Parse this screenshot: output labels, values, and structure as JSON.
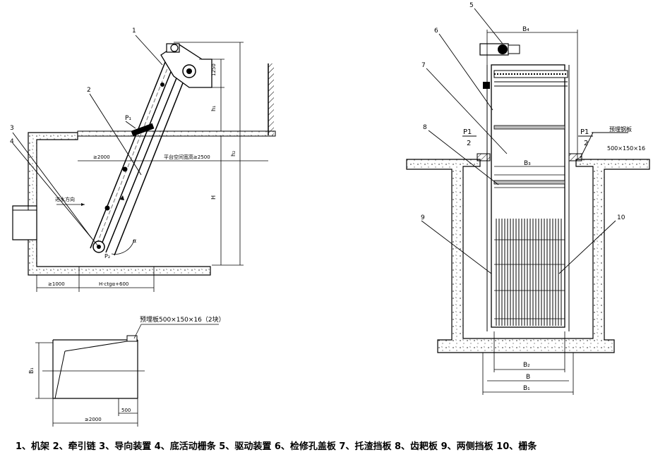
{
  "left_view": {
    "callouts": [
      "1",
      "2",
      "3",
      "4"
    ],
    "p1": "P₁",
    "p2": "P₂",
    "dim_1250": "1250",
    "dim_h1": "h₁",
    "dim_h": "H",
    "dim_h2": "h₂",
    "dim_ge2000": "≥2000",
    "platform_clearance": "平台空间宽高≥2500",
    "inflow_direction": "进水方向",
    "angle_alpha": "α",
    "dim_ge1000": "≥1000",
    "dim_hctg": "H·ctgα+600"
  },
  "detail_view": {
    "embedded_plate_note": "预埋板500×150×16（2块）",
    "dim_b1": "B₁",
    "dim_ge2000": "≥2000",
    "dim_500": "500"
  },
  "right_view": {
    "callouts": [
      "5",
      "6",
      "7",
      "8",
      "9",
      "10"
    ],
    "dim_b4": "B₄",
    "dim_b3": "B₃",
    "dim_b2": "B₂",
    "dim_b": "B",
    "dim_b1": "B₁",
    "p1_left": "P1",
    "p1_left_2": "2",
    "p1_right": "P1",
    "p1_right_2": "2",
    "steel_plate_note": "预埋钢板",
    "steel_plate_size": "500×150×16"
  },
  "legend": "1、机架 2、牵引链 3、导向装置 4、底活动栅条 5、驱动装置 6、检修孔盖板 7、托渣挡板 8、齿耙板 9、两侧挡板 10、栅条"
}
